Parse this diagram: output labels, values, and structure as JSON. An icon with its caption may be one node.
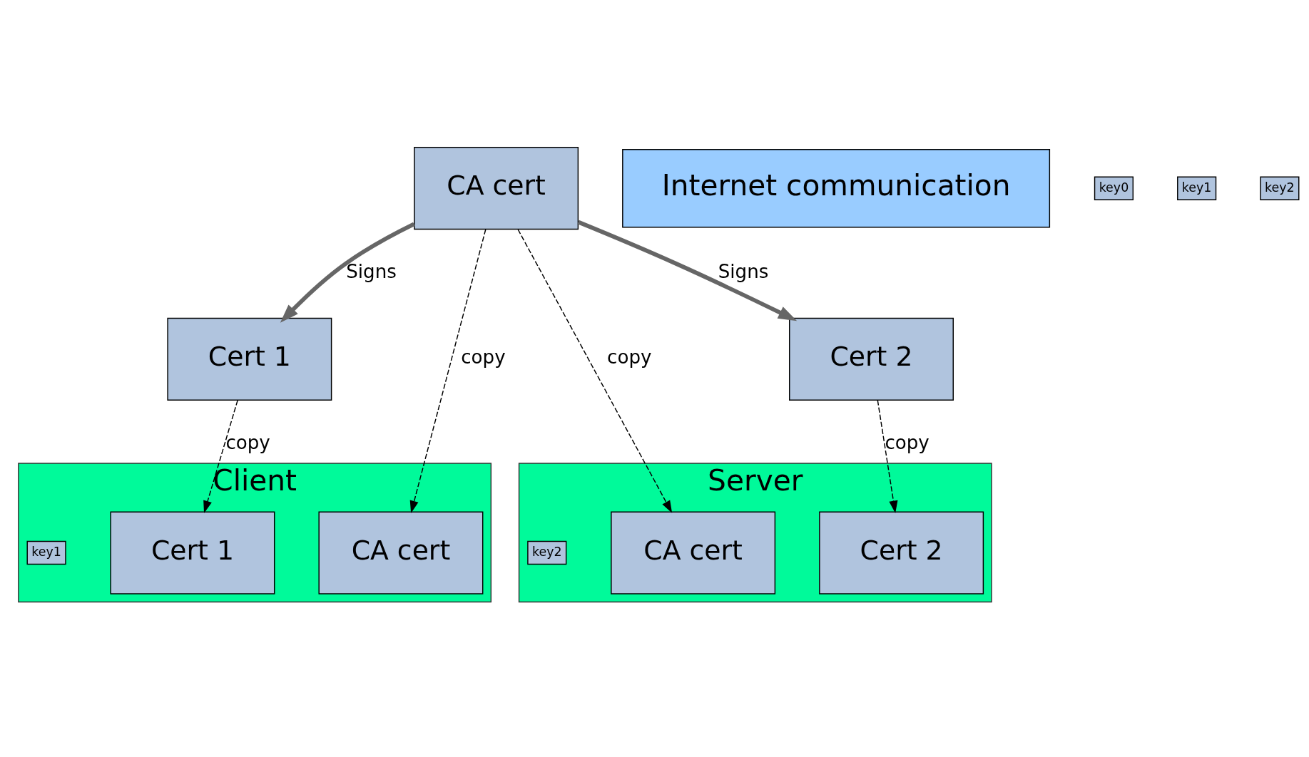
{
  "diagram": {
    "nodes": [
      {
        "text": [
          "Client"
        ]
      },
      {
        "text": [
          "CA cert"
        ],
        "in": 0
      },
      {
        "text": [
          "Cert 1"
        ],
        "in": 0
      },
      {
        "text": [
          "key1"
        ],
        "in": 0
      },
      {
        "text": [
          "Server"
        ]
      },
      {
        "text": [
          "CA cert"
        ],
        "in": 4
      },
      {
        "text": [
          "Cert 2"
        ],
        "in": 4
      },
      {
        "text": [
          "key2"
        ],
        "in": 4
      },
      {
        "text": [
          "Internet communication"
        ]
      },
      {
        "text": [
          "CA cert"
        ]
      },
      {
        "text": [
          "key0"
        ]
      },
      {
        "text": [
          "Cert 1"
        ]
      },
      {
        "text": [
          "key1"
        ]
      },
      {
        "text": [
          "Cert 2"
        ]
      },
      {
        "text": [
          "key2"
        ]
      }
    ],
    "edges": [
      {
        "from": 9,
        "to": 1,
        "arrow": "to",
        "label": "copy",
        "style": "dashed"
      },
      {
        "from": 9,
        "to": 5,
        "arrow": "to",
        "label": "copy",
        "style": "dashed"
      },
      {
        "from": 9,
        "to": 11,
        "arrow": "to",
        "label": "Signs",
        "style": "thick",
        "color": "#666666"
      },
      {
        "from": 9,
        "to": 13,
        "arrow": "to",
        "label": "Signs",
        "style": "thick",
        "color": "#666666"
      },
      {
        "from": 11,
        "to": 2,
        "arrow": "to",
        "label": "copy",
        "style": "dashed"
      },
      {
        "from": 13,
        "to": 6,
        "arrow": "to",
        "label": "copy",
        "style": "dashed"
      }
    ]
  }
}
